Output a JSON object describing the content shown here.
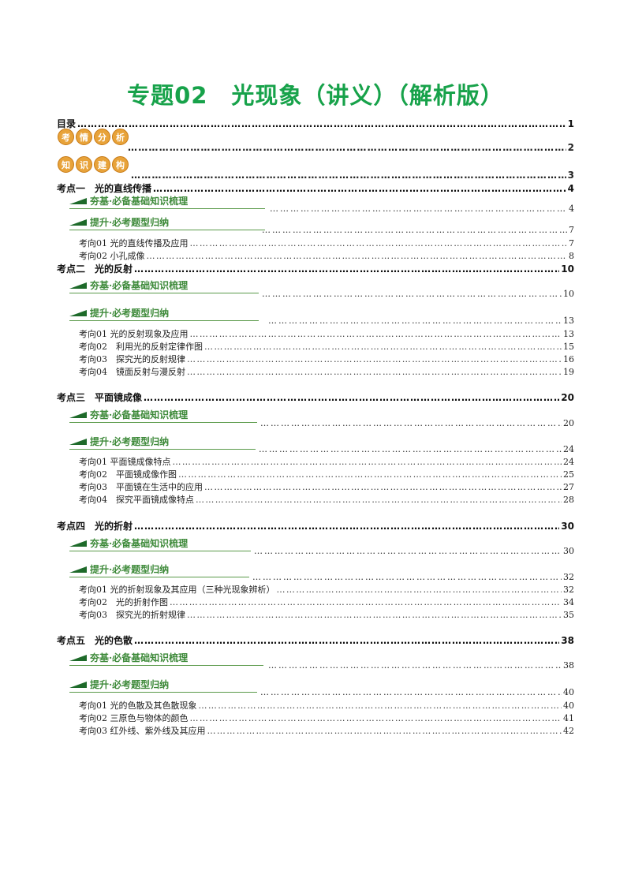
{
  "title": "专题02　光现象（讲义）（解析版）",
  "dots": "……………………………………………………………………………………………………………………………………………………………………………………………………………………………………………………",
  "toc_top": {
    "label": "目录",
    "page": "1"
  },
  "badges": [
    {
      "chars": [
        "考",
        "情",
        "分",
        "析"
      ],
      "page": "2"
    },
    {
      "chars": [
        "知",
        "识",
        "建",
        "构"
      ],
      "page": "3"
    }
  ],
  "banner_labels": {
    "base": "夯基·必备基础知识梳理",
    "up": "提升·必考题型归纳"
  },
  "sections": [
    {
      "label": "考点一　光的直线传播",
      "page": "4",
      "base_page": "4",
      "up_page": "7",
      "items": [
        {
          "label": "考向01 光的直线传播及应用",
          "page": "7"
        },
        {
          "label": "考向02 小孔成像",
          "page": "8"
        }
      ]
    },
    {
      "label": "考点二　光的反射",
      "page": "10",
      "base_page": "10",
      "up_page": "13",
      "items": [
        {
          "label": "考向01 光的反射现象及应用",
          "page": "13"
        },
        {
          "label": "考向02　利用光的反射定律作图",
          "page": "15"
        },
        {
          "label": "考向03　探究光的反射规律",
          "page": "16"
        },
        {
          "label": "考向04　镜面反射与漫反射",
          "page": "19"
        }
      ]
    },
    {
      "label": "考点三　平面镜成像",
      "page": "20",
      "base_page": "20",
      "up_page": "24",
      "items": [
        {
          "label": "考向01 平面镜成像特点",
          "page": "24"
        },
        {
          "label": "考向02　平面镜成像作图",
          "page": "25"
        },
        {
          "label": "考向03　平面镜在生活中的应用",
          "page": "27"
        },
        {
          "label": "考向04　探究平面镜成像特点",
          "page": "28"
        }
      ]
    },
    {
      "label": "考点四　光的折射",
      "page": "30",
      "base_page": "30",
      "up_page": "32",
      "items": [
        {
          "label": "考向01 光的折射现象及其应用（三种光现象辨析）",
          "page": "32"
        },
        {
          "label": "考向02　光的折射作图",
          "page": "34"
        },
        {
          "label": "考向03　探究光的折射规律",
          "page": "35"
        }
      ]
    },
    {
      "label": "考点五　光的色散",
      "page": "38",
      "base_page": "38",
      "up_page": "40",
      "items": [
        {
          "label": "考向01 光的色散及其色散现象",
          "page": "40"
        },
        {
          "label": "考向02 三原色与物体的颜色",
          "page": "41"
        },
        {
          "label": "考向03 红外线、紫外线及其应用",
          "page": "42"
        }
      ]
    }
  ]
}
